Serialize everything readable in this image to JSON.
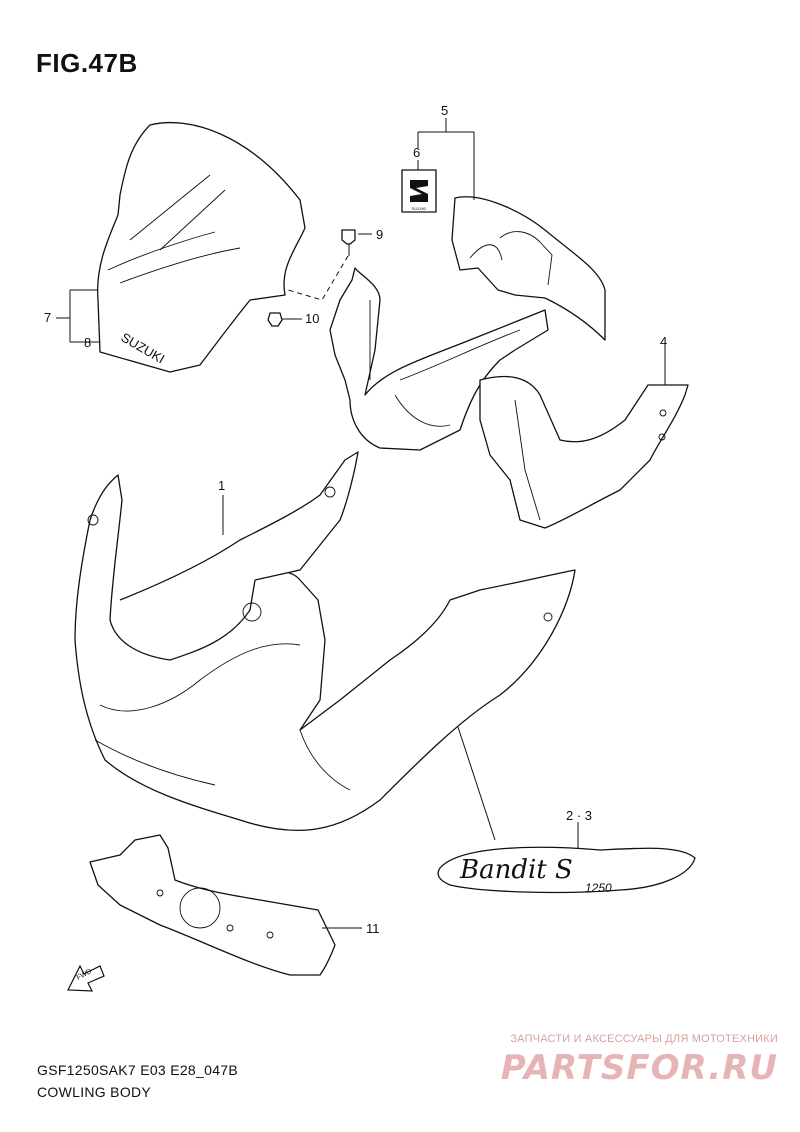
{
  "figure": {
    "title": "FIG.47B"
  },
  "callouts": {
    "c1": "1",
    "c23": "2 · 3",
    "c4": "4",
    "c5": "5",
    "c6": "6",
    "c7": "7",
    "c8": "8",
    "c9": "9",
    "c10": "10",
    "c11": "11"
  },
  "decals": {
    "windscreen_brand": "SUZUKI",
    "emblem_text": "SUZUKI",
    "bandit_script": "Bandit S",
    "bandit_model": "1250"
  },
  "fwd_marker": "FWD",
  "footer": {
    "model_code": "GSF1250SAK7 E03 E28_047B",
    "section_name": "COWLING BODY"
  },
  "watermark": {
    "tagline": "ЗАПЧАСТИ И АКСЕССУАРЫ ДЛЯ МОТОТЕХНИКИ",
    "logo": "PARTSFOR.RU"
  }
}
